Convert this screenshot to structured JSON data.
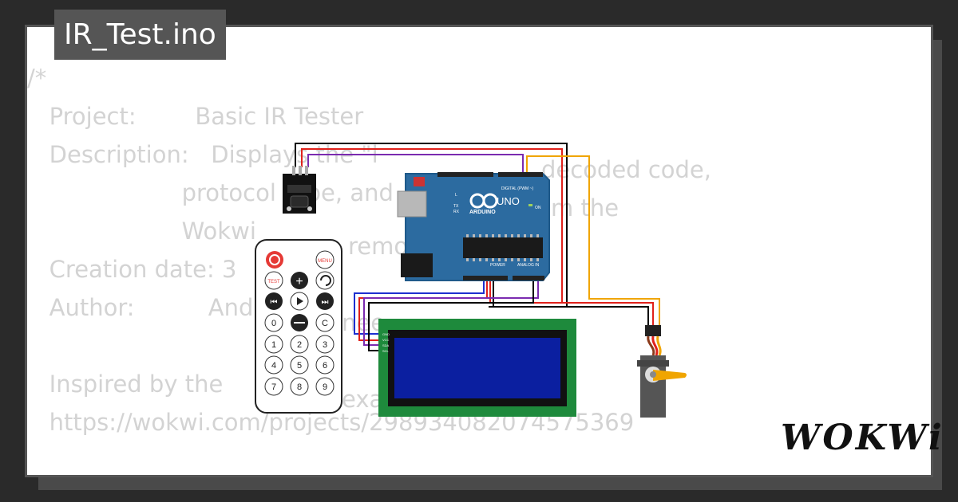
{
  "project": {
    "filename": "IR_Test.ino"
  },
  "code": {
    "lines": [
      "/*",
      "   Project:        Basic IR Tester",
      "   Description:   Displays the \"l",
      "                     protocol type, and",
      "                     Wokwi",
      "   Creation date: 3",
      "   Author:          And",
      "",
      "   Inspired by the",
      "   https://wokwi.com/projects/298934082074575369"
    ],
    "partial_fragments": {
      "decoded_code": "decoded code,",
      "from_the": "m the",
      "remote": "remo",
      "author_tail": "nee",
      "example": "exa"
    }
  },
  "arduino": {
    "brand": "ARDUINO",
    "model": "UNO",
    "digital_label": "DIGITAL (PWM ~)",
    "power_label": "POWER",
    "analog_label": "ANALOG IN",
    "on_label": "ON",
    "tx_label": "TX",
    "rx_label": "RX",
    "l_label": "L"
  },
  "remote": {
    "buttons_row1": [
      "power",
      "MENU"
    ],
    "buttons_row2": [
      "TEST",
      "+",
      "back"
    ],
    "buttons_row3": [
      "prev",
      "play",
      "next"
    ],
    "buttons_row4": [
      "0",
      "−",
      "C"
    ],
    "digits": [
      "1",
      "2",
      "3",
      "4",
      "5",
      "6",
      "7",
      "8",
      "9"
    ]
  },
  "lcd": {
    "pins": [
      "GND",
      "VCC",
      "SDA",
      "SCL"
    ]
  },
  "logo": {
    "text": "WOKWi"
  },
  "colors": {
    "background": "#2a2a2a",
    "card": "#ffffff",
    "code_text": "#d3d3d3",
    "tab": "#555555",
    "arduino": "#2c6ba0",
    "lcd_frame": "#1e8a3c",
    "lcd_screen": "#0b1fa0",
    "wire_black": "#000000",
    "wire_red": "#e0211b",
    "wire_purple": "#7b2bb0",
    "wire_orange": "#f0a500",
    "wire_blue": "#1d2fd0",
    "wire_brown": "#8b3a1a"
  }
}
